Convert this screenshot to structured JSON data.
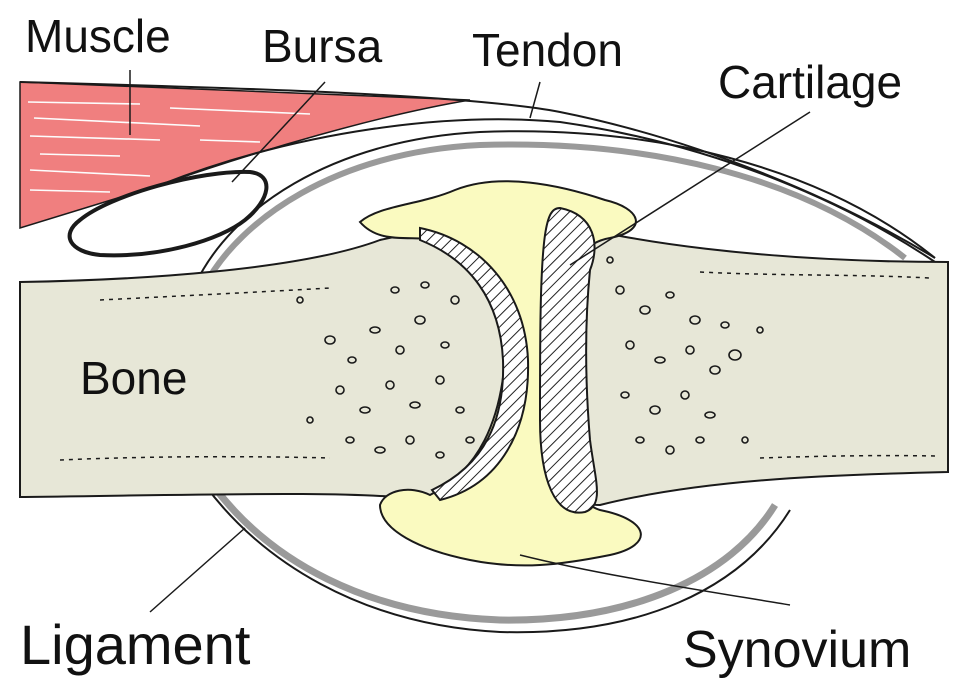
{
  "diagram": {
    "labels": {
      "muscle": "Muscle",
      "bursa": "Bursa",
      "tendon": "Tendon",
      "cartilage": "Cartilage",
      "bone": "Bone",
      "ligament": "Ligament",
      "synovium": "Synovium"
    },
    "colors": {
      "muscle": "#f07f7f",
      "bone": "#e7e7d7",
      "synovial_fluid": "#fafac0",
      "outline": "#1a1a1a",
      "capsule": "#9a9a9a"
    }
  }
}
